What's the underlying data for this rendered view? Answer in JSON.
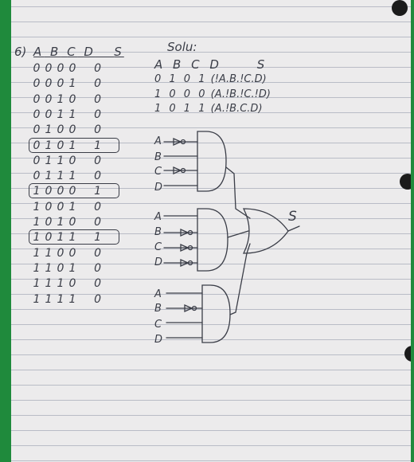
{
  "problem_number": "6)",
  "truth_table": {
    "headers": [
      "A",
      "B",
      "C",
      "D",
      "S"
    ],
    "rows": [
      [
        "0",
        "0",
        "0",
        "0",
        "0"
      ],
      [
        "0",
        "0",
        "0",
        "1",
        "0"
      ],
      [
        "0",
        "0",
        "1",
        "0",
        "0"
      ],
      [
        "0",
        "0",
        "1",
        "1",
        "0"
      ],
      [
        "0",
        "1",
        "0",
        "0",
        "0"
      ],
      [
        "0",
        "1",
        "0",
        "1",
        "1"
      ],
      [
        "0",
        "1",
        "1",
        "0",
        "0"
      ],
      [
        "0",
        "1",
        "1",
        "1",
        "0"
      ],
      [
        "1",
        "0",
        "0",
        "0",
        "1"
      ],
      [
        "1",
        "0",
        "0",
        "1",
        "0"
      ],
      [
        "1",
        "0",
        "1",
        "0",
        "0"
      ],
      [
        "1",
        "0",
        "1",
        "1",
        "1"
      ],
      [
        "1",
        "1",
        "0",
        "0",
        "0"
      ],
      [
        "1",
        "1",
        "0",
        "1",
        "0"
      ],
      [
        "1",
        "1",
        "1",
        "0",
        "0"
      ],
      [
        "1",
        "1",
        "1",
        "1",
        "0"
      ]
    ],
    "boxed_rows": [
      5,
      8,
      11
    ]
  },
  "solution": {
    "heading": "Solu:",
    "headers": [
      "A",
      "B",
      "C",
      "D",
      "S"
    ],
    "rows": [
      {
        "bits": "0 1 0 1",
        "expr": "(!A.B.!C.D)"
      },
      {
        "bits": "1 0 0 0",
        "expr": "(A.!B.!C.!D)"
      },
      {
        "bits": "1 0 1 1",
        "expr": "(A.!B.C.D)"
      }
    ]
  },
  "circuit": {
    "output_label": "S",
    "gate1_inputs": [
      "A",
      "B",
      "C",
      "D"
    ],
    "gate2_inputs": [
      "A",
      "B",
      "C",
      "D"
    ],
    "gate3_inputs": [
      "A",
      "B",
      "C",
      "D"
    ]
  }
}
